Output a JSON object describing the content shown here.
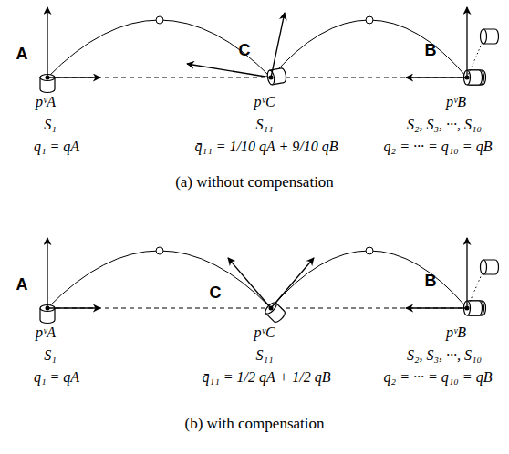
{
  "diagram": {
    "labels": [
      "A",
      "C",
      "B",
      "pᵛA",
      "pᵛC",
      "pᵛB",
      "S₁",
      "S₁₁",
      "S₂, S₃, ···, S₁₀",
      "q₁ = qA",
      "q̄₁₁ = 1/10 qA + 9/10 qB",
      "q₂ = ··· = q₁₀ = qB",
      "(a) without compensation",
      "A",
      "C",
      "B",
      "pᵛA",
      "pᵛC",
      "pᵛB",
      "S₁",
      "S₁₁",
      "S₂, S₃, ···, S₁₀",
      "q₁ = qA",
      "q̄₁₁ = 1/2 qA + 1/2 qB",
      "q₂ = ··· = q₁₀ = qB",
      "(b) with compensation"
    ]
  }
}
